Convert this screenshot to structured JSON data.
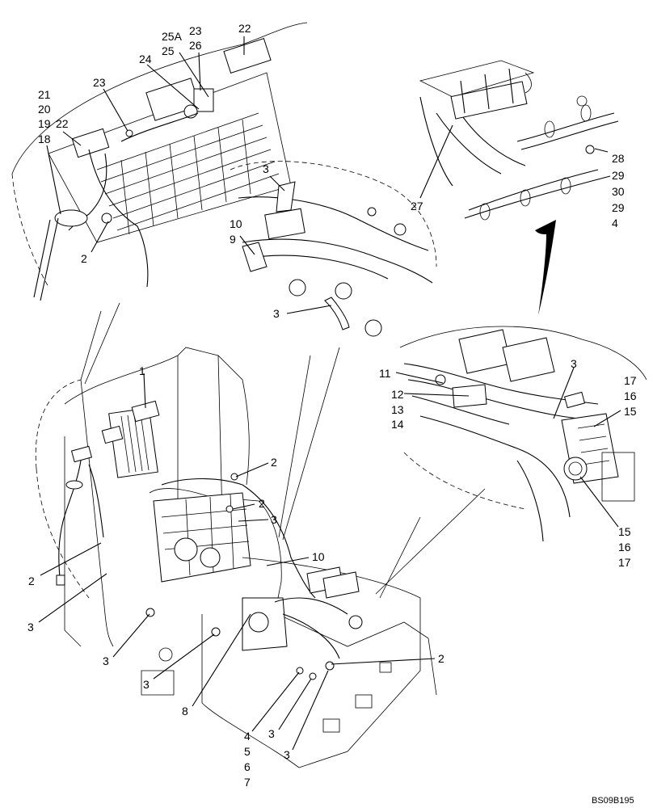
{
  "drawing_code": "BS09B195",
  "callouts": [
    {
      "id": "c21",
      "text": "21"
    },
    {
      "id": "c20",
      "text": "20"
    },
    {
      "id": "c19",
      "text": "19"
    },
    {
      "id": "c22a",
      "text": "22"
    },
    {
      "id": "c18",
      "text": "18"
    },
    {
      "id": "c23a",
      "text": "23"
    },
    {
      "id": "c24",
      "text": "24"
    },
    {
      "id": "c25a",
      "text": "25A"
    },
    {
      "id": "c25",
      "text": "25"
    },
    {
      "id": "c23b",
      "text": "23"
    },
    {
      "id": "c26",
      "text": "26"
    },
    {
      "id": "c22b",
      "text": "22"
    },
    {
      "id": "c2a",
      "text": "2"
    },
    {
      "id": "c3a",
      "text": "3"
    },
    {
      "id": "c10a",
      "text": "10"
    },
    {
      "id": "c9",
      "text": "9"
    },
    {
      "id": "c3b",
      "text": "3"
    },
    {
      "id": "c27",
      "text": "27"
    },
    {
      "id": "c28",
      "text": "28"
    },
    {
      "id": "c29a",
      "text": "29"
    },
    {
      "id": "c30",
      "text": "30"
    },
    {
      "id": "c29b",
      "text": "29"
    },
    {
      "id": "c4a",
      "text": "4"
    },
    {
      "id": "c11",
      "text": "11"
    },
    {
      "id": "c12",
      "text": "12"
    },
    {
      "id": "c13",
      "text": "13"
    },
    {
      "id": "c14",
      "text": "14"
    },
    {
      "id": "c3c",
      "text": "3"
    },
    {
      "id": "c17a",
      "text": "17"
    },
    {
      "id": "c16a",
      "text": "16"
    },
    {
      "id": "c15a",
      "text": "15"
    },
    {
      "id": "c15b",
      "text": "15"
    },
    {
      "id": "c16b",
      "text": "16"
    },
    {
      "id": "c17b",
      "text": "17"
    },
    {
      "id": "c1",
      "text": "1"
    },
    {
      "id": "c2b",
      "text": "2"
    },
    {
      "id": "c2c",
      "text": "2"
    },
    {
      "id": "c3d",
      "text": "3"
    },
    {
      "id": "c10b",
      "text": "10"
    },
    {
      "id": "c2d",
      "text": "2"
    },
    {
      "id": "c3e",
      "text": "3"
    },
    {
      "id": "c3f",
      "text": "3"
    },
    {
      "id": "c3g",
      "text": "3"
    },
    {
      "id": "c8",
      "text": "8"
    },
    {
      "id": "c2e",
      "text": "2"
    },
    {
      "id": "c4b",
      "text": "4"
    },
    {
      "id": "c5",
      "text": "5"
    },
    {
      "id": "c6",
      "text": "6"
    },
    {
      "id": "c7",
      "text": "7"
    },
    {
      "id": "c3h",
      "text": "3"
    },
    {
      "id": "c3i",
      "text": "3"
    }
  ]
}
